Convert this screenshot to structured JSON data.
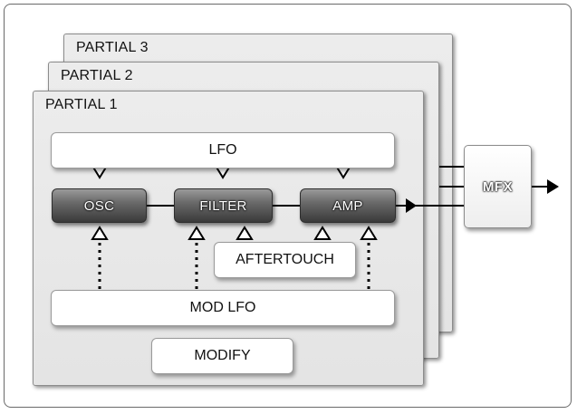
{
  "partials": {
    "p3": "PARTIAL 3",
    "p2": "PARTIAL 2",
    "p1": "PARTIAL 1"
  },
  "blocks": {
    "lfo": "LFO",
    "osc": "OSC",
    "filter": "FILTER",
    "amp": "AMP",
    "aftertouch": "AFTERTOUCH",
    "mod_lfo": "MOD LFO",
    "modify": "MODIFY",
    "mfx": "MFX"
  }
}
